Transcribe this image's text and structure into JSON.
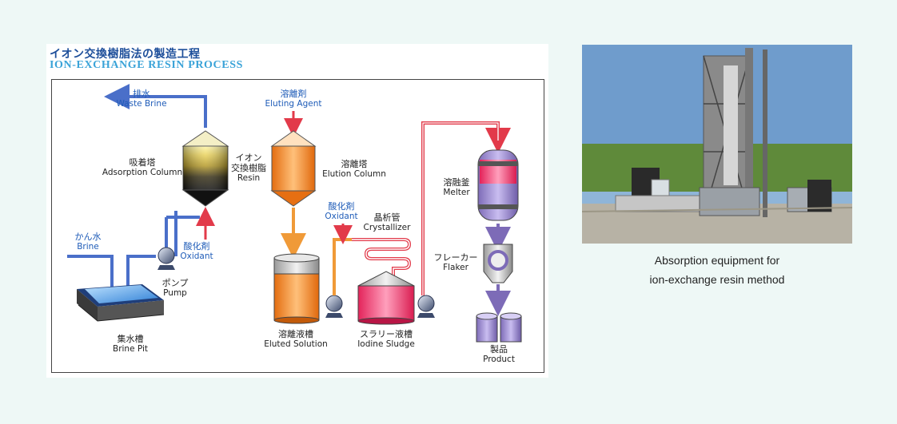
{
  "title": {
    "jp": "イオン交換樹脂法の製造工程",
    "en": "ION-EXCHANGE RESIN  PROCESS"
  },
  "labels": {
    "waste_brine": {
      "jp": "排水",
      "en": "Waste Brine"
    },
    "eluting_agent": {
      "jp": "溶離剤",
      "en": "Eluting Agent"
    },
    "adsorption_column": {
      "jp": "吸着塔",
      "en": "Adsorption Column"
    },
    "resin": {
      "jp": "イオン",
      "jp2": "交換樹脂",
      "en": "Resin"
    },
    "elution_column": {
      "jp": "溶離塔",
      "en": "Elution Column"
    },
    "melter": {
      "jp": "溶融釜",
      "en": "Melter"
    },
    "brine": {
      "jp": "かん水",
      "en": "Brine"
    },
    "oxidant_1": {
      "jp": "酸化剤",
      "en": "Oxidant"
    },
    "oxidant_2": {
      "jp": "酸化剤",
      "en": "Oxidant"
    },
    "crystallizer": {
      "jp": "晶析管",
      "en": "Crystallizer"
    },
    "flaker": {
      "jp": "フレーカー",
      "en": "Flaker"
    },
    "pump": {
      "jp": "ポンプ",
      "en": "Pump"
    },
    "eluted_solution": {
      "jp": "溶離液槽",
      "en": "Eluted Solution"
    },
    "iodine_sludge": {
      "jp": "スラリー液槽",
      "en": "Iodine Sludge"
    },
    "brine_pit": {
      "jp": "集水槽",
      "en": "Brine Pit"
    },
    "product": {
      "jp": "製品",
      "en": "Product"
    }
  },
  "photo_caption": {
    "line1": "Absorption equipment for",
    "line2": "ion-exchange resin method"
  },
  "colors": {
    "title_jp": "#1d4e9a",
    "title_en": "#3aa3d8",
    "blue_pipe": "#4a6fc9",
    "red_pipe": "#e23a4a",
    "orange_pipe": "#f09a38"
  }
}
